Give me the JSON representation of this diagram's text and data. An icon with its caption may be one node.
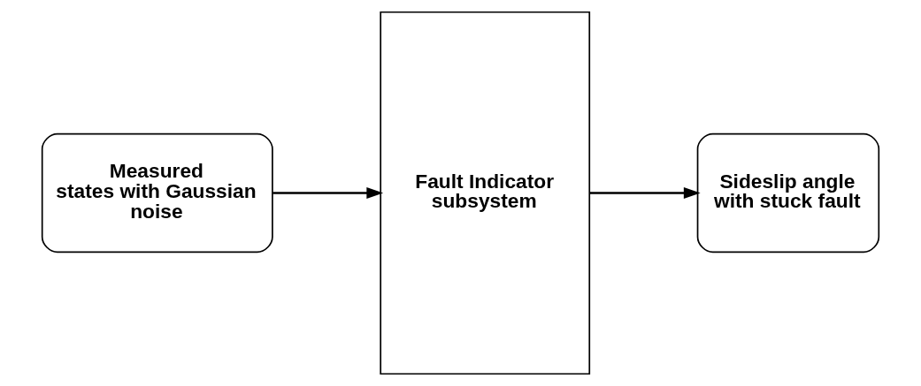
{
  "diagram": {
    "nodes": [
      {
        "text": [
          "Measured states with Gaussian noise"
        ]
      },
      {
        "text": [
          "Fault Indicator subsystem"
        ]
      },
      {
        "text": [
          "Sideslip angle with stuck fault"
        ]
      }
    ],
    "edges": [
      {
        "from": 0,
        "to": 1,
        "arrow": "to"
      },
      {
        "from": 1,
        "to": 2,
        "arrow": "to"
      }
    ]
  }
}
